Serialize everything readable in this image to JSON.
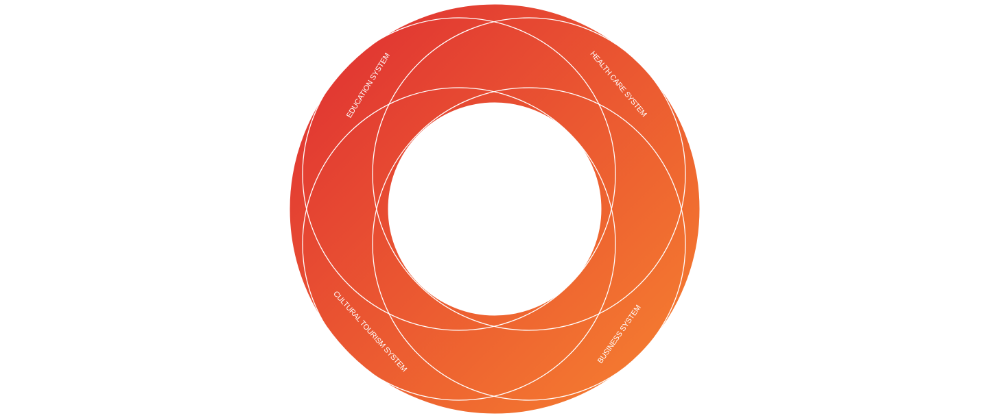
{
  "diagram": {
    "segments": [
      {
        "id": "education",
        "label": "EDUCATION SYSTEM"
      },
      {
        "id": "health",
        "label": "HEALTH CARE SYSTEM"
      },
      {
        "id": "business",
        "label": "BUSINESS SYSTEM"
      },
      {
        "id": "tourism",
        "label": "CULTURAL TOURISM SYSTEM"
      }
    ],
    "colors": {
      "gradient_start": "#de2c33",
      "gradient_end": "#f7842f",
      "divider": "#ffffff",
      "label": "#ffffff",
      "background": "#ffffff"
    }
  }
}
